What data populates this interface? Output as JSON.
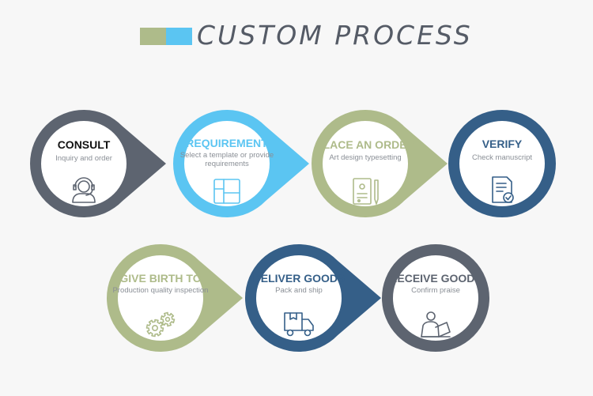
{
  "header": {
    "title": "CUSTOM PROCESS",
    "swatch_colors": [
      "#aebb8a",
      "#5bc5f2"
    ]
  },
  "colors": {
    "slate": "#5d6470",
    "sky": "#5bc5f2",
    "sage": "#aebb8a",
    "navy": "#355f88",
    "black_text": "#111111",
    "desc_text": "#8a8f96"
  },
  "steps": [
    {
      "id": "consult",
      "title": "CONSULT",
      "desc": [
        "Inquiry and order"
      ],
      "icon": "headset-support-icon",
      "color": "#5d6470",
      "title_color": "#111111"
    },
    {
      "id": "requirement",
      "title": "REQUIREMENT",
      "desc": [
        "Select a template or provide",
        "requirements"
      ],
      "icon": "layout-template-icon",
      "color": "#5bc5f2",
      "title_color": "#5bc5f2"
    },
    {
      "id": "place-an-order",
      "title": "PLACE AN ORDER",
      "desc": [
        "Art design typesetting"
      ],
      "icon": "document-pen-icon",
      "color": "#aebb8a",
      "title_color": "#aebb8a"
    },
    {
      "id": "verify",
      "title": "VERIFY",
      "desc": [
        "Check manuscript"
      ],
      "icon": "checked-document-icon",
      "color": "#355f88",
      "title_color": "#355f88"
    },
    {
      "id": "give-birth-to",
      "title": "GIVE BIRTH TO",
      "desc": [
        "Production quality inspection"
      ],
      "icon": "gears-icon",
      "color": "#aebb8a",
      "title_color": "#aebb8a"
    },
    {
      "id": "deliver-goods",
      "title": "DELIVER GOODS",
      "desc": [
        "Pack and ship"
      ],
      "icon": "delivery-truck-icon",
      "color": "#355f88",
      "title_color": "#355f88"
    },
    {
      "id": "receive-goode",
      "title": "RECEIVE GOODE",
      "desc": [
        "Confirm praise"
      ],
      "icon": "person-reading-icon",
      "color": "#5d6470",
      "title_color": "#5d6470"
    }
  ]
}
